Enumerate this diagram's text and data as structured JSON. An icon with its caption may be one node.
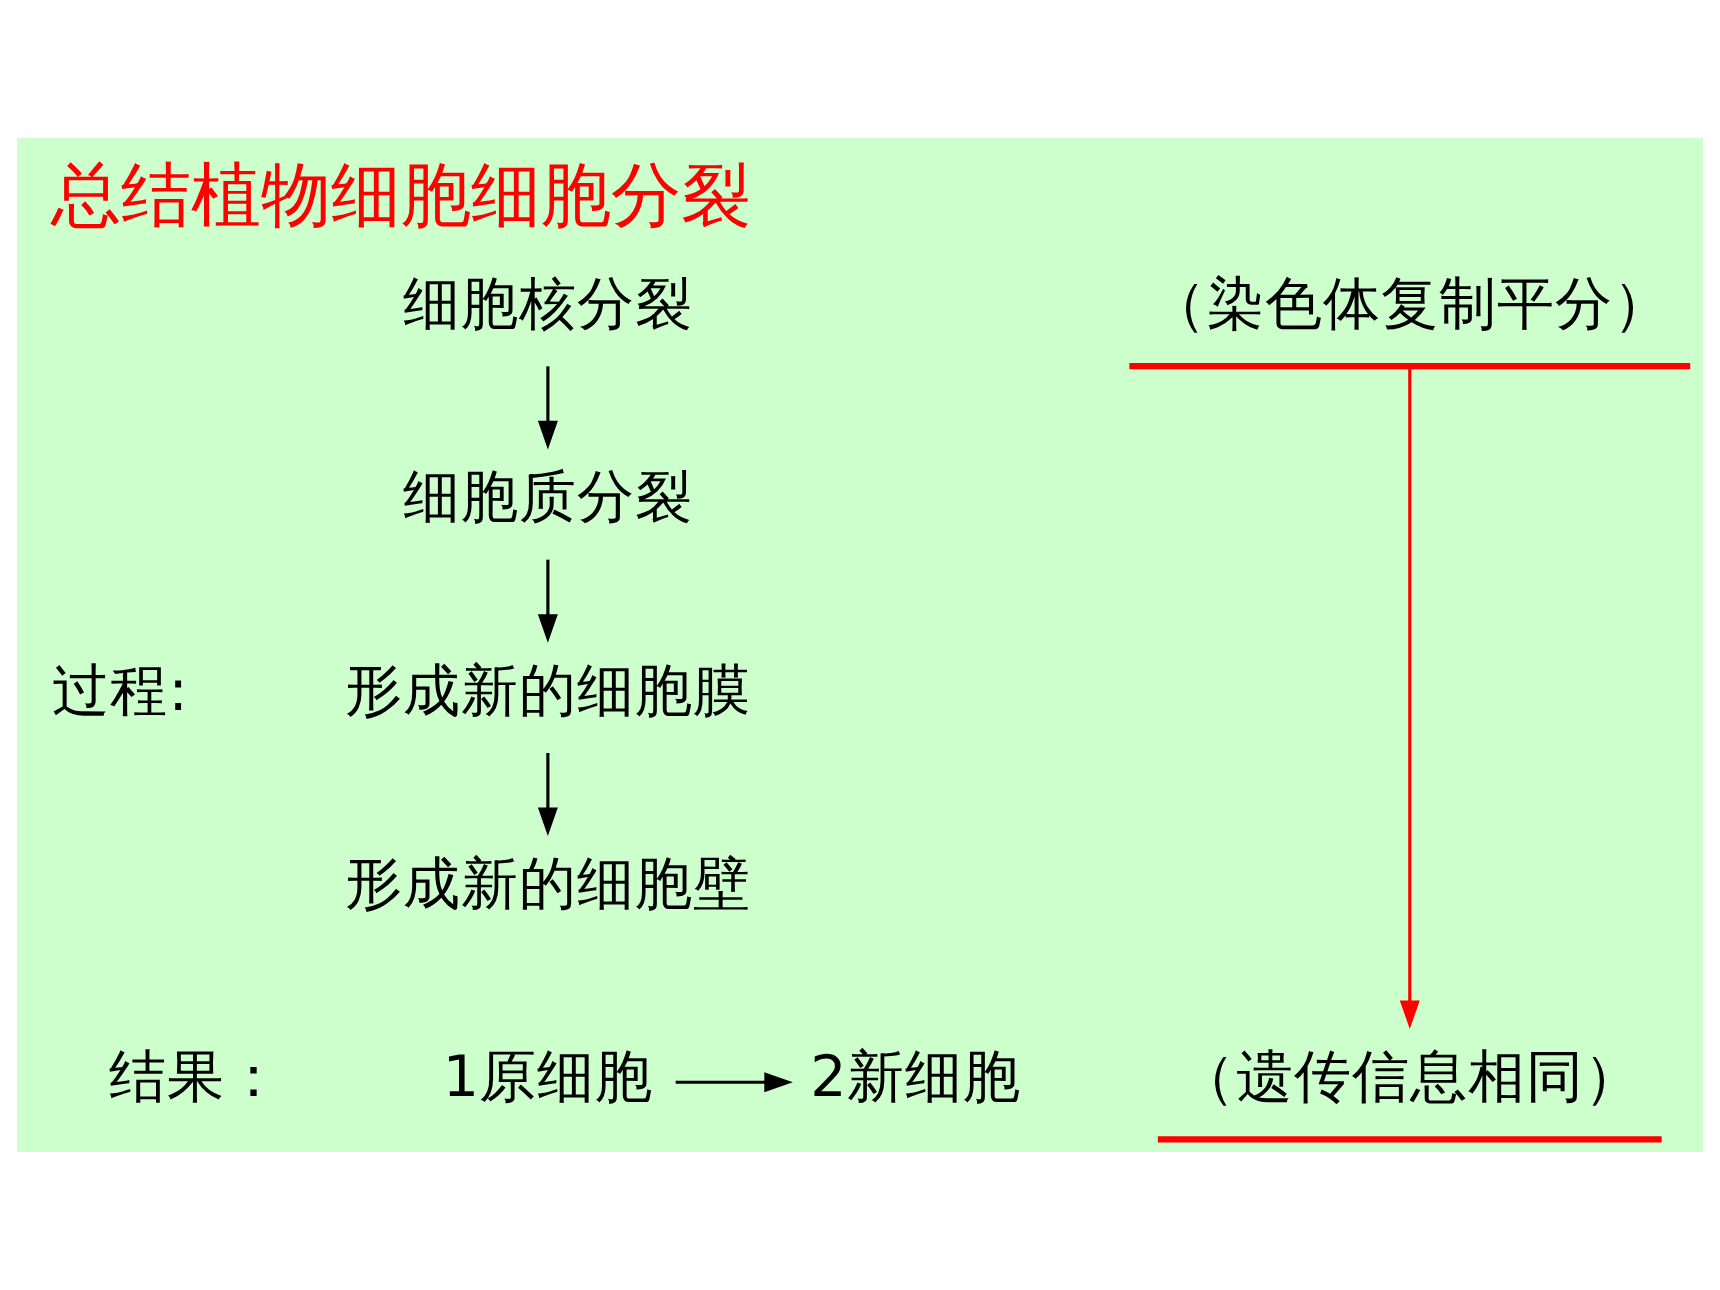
{
  "diagram": {
    "title": "总结植物细胞细胞分裂",
    "nodes": [
      {
        "text": [
          "细胞核分裂"
        ]
      },
      {
        "text": [
          "（染色体复制平分）"
        ]
      },
      {
        "text": [
          "细胞质分裂"
        ]
      },
      {
        "text": [
          "形成新的细胞膜"
        ]
      },
      {
        "text": [
          "形成新的细胞壁"
        ]
      },
      {
        "text": [
          "1原细胞"
        ]
      },
      {
        "text": [
          "2新细胞"
        ]
      },
      {
        "text": [
          "（遗传信息相同）"
        ]
      }
    ],
    "edges": [
      {
        "from": 0,
        "to": 2,
        "arrow": "to"
      },
      {
        "from": 2,
        "to": 3,
        "arrow": "to"
      },
      {
        "from": 3,
        "to": 4,
        "arrow": "to"
      },
      {
        "from": 5,
        "to": 6,
        "arrow": "to"
      },
      {
        "from": 1,
        "to": 7,
        "arrow": "to",
        "color": "#ff0000"
      }
    ],
    "labels": [
      "过程:",
      "结果："
    ]
  }
}
